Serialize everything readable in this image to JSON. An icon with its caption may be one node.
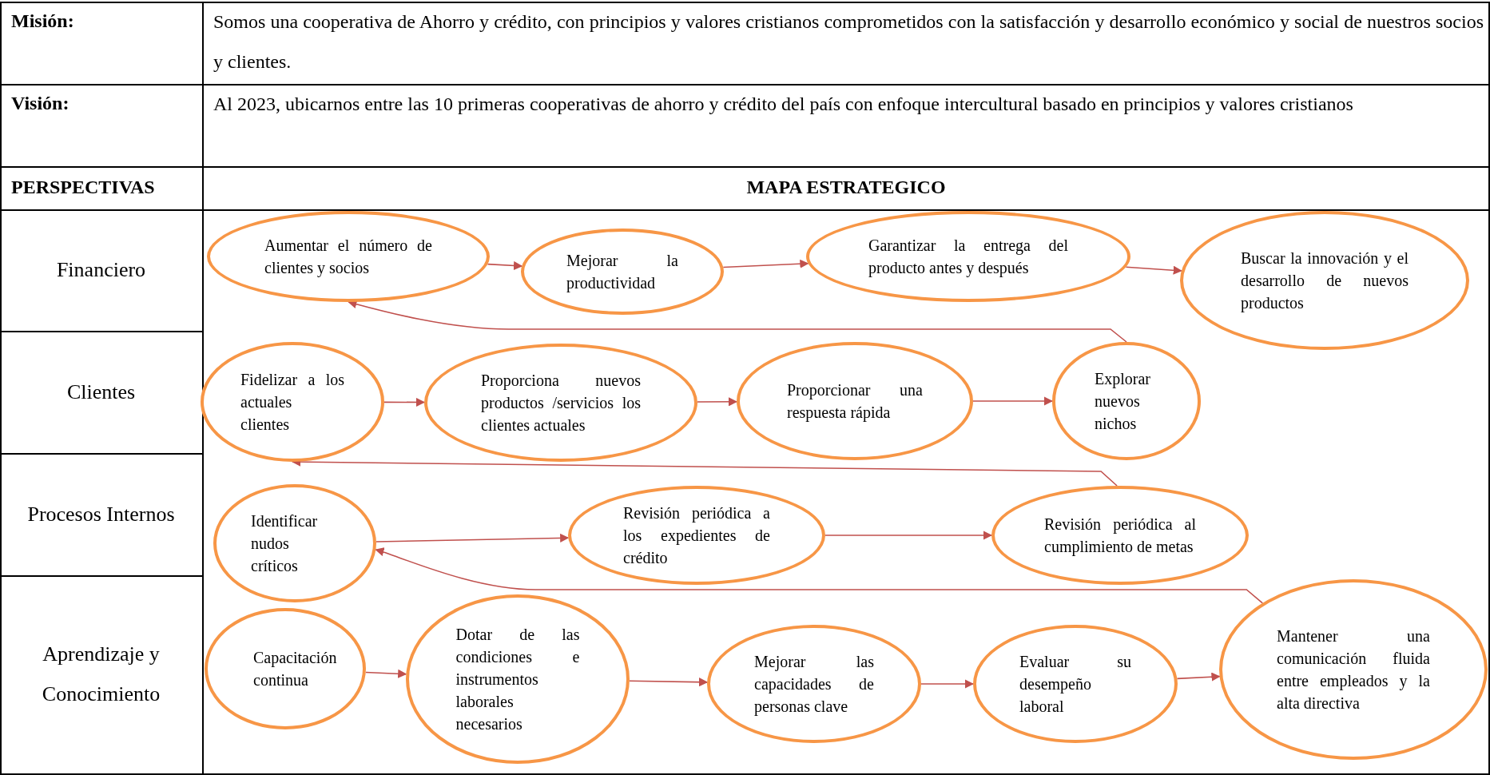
{
  "diagram": {
    "nodes": [
      {
        "text": [
          "Aumentar el número de clientes y socios"
        ]
      },
      {
        "text": [
          "Mejorar la productividad"
        ]
      },
      {
        "text": [
          "Garantizar la entrega del producto antes y después"
        ]
      },
      {
        "text": [
          "Buscar la innovación y el desarrollo de nuevos productos"
        ]
      },
      {
        "text": [
          "Fidelizar a los actuales clientes"
        ]
      },
      {
        "text": [
          "Proporciona nuevos productos /servicios los clientes actuales"
        ]
      },
      {
        "text": [
          "Proporcionar una respuesta rápida"
        ]
      },
      {
        "text": [
          "Explorar nuevos nichos"
        ]
      },
      {
        "text": [
          "Identificar nudos críticos"
        ]
      },
      {
        "text": [
          "Revisión periódica a los expedientes de crédito"
        ]
      },
      {
        "text": [
          "Revisión periódica al cumplimiento de metas"
        ]
      },
      {
        "text": [
          "Capacitación continua"
        ]
      },
      {
        "text": [
          "Dotar de las condiciones e instrumentos laborales necesarios"
        ]
      },
      {
        "text": [
          "Mejorar las capacidades de personas clave"
        ]
      },
      {
        "text": [
          "Evaluar su desempeño laboral"
        ]
      },
      {
        "text": [
          "Mantener una comunicación fluida entre empleados y la alta directiva"
        ]
      }
    ],
    "edges": [
      {
        "from": 0,
        "to": 1,
        "arrow": "to"
      },
      {
        "from": 1,
        "to": 2,
        "arrow": "to"
      },
      {
        "from": 2,
        "to": 3,
        "arrow": "to"
      },
      {
        "from": 7,
        "to": 0,
        "arrow": "to"
      },
      {
        "from": 4,
        "to": 5,
        "arrow": "to"
      },
      {
        "from": 5,
        "to": 6,
        "arrow": "to"
      },
      {
        "from": 6,
        "to": 7,
        "arrow": "to"
      },
      {
        "from": 10,
        "to": 4,
        "arrow": "to"
      },
      {
        "from": 8,
        "to": 9,
        "arrow": "to"
      },
      {
        "from": 9,
        "to": 10,
        "arrow": "to"
      },
      {
        "from": 15,
        "to": 8,
        "arrow": "to"
      },
      {
        "from": 11,
        "to": 12,
        "arrow": "to"
      },
      {
        "from": 12,
        "to": 13,
        "arrow": "to"
      },
      {
        "from": 13,
        "to": 14,
        "arrow": "to"
      },
      {
        "from": 14,
        "to": 15,
        "arrow": "to"
      }
    ],
    "labels": [
      "Misión:",
      "Somos una cooperativa de Ahorro y crédito, con principios y valores cristianos comprometidos con la satisfacción y desarrollo económico y social de nuestros socios y clientes.",
      "Visión:",
      "Al 2023, ubicarnos entre las 10 primeras cooperativas de ahorro y crédito del país con enfoque intercultural basado en principios y valores cristianos",
      "PERSPECTIVAS",
      "MAPA ESTRATEGICO",
      "Financiero",
      "Clientes",
      "Procesos Internos",
      "Aprendizaje y Conocimiento"
    ]
  }
}
